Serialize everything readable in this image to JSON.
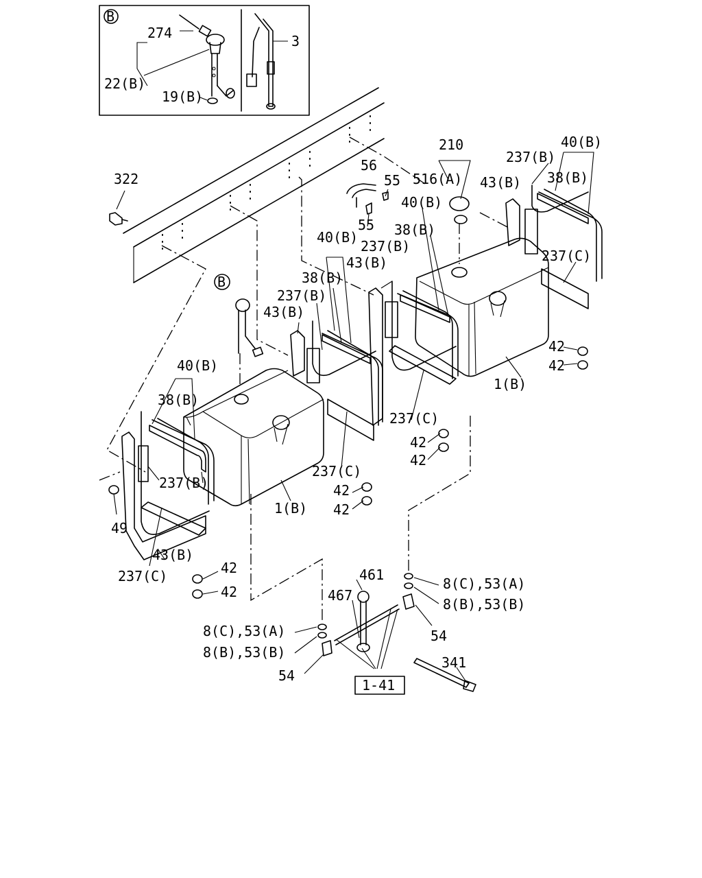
{
  "callouts": {
    "detail_marker": "B",
    "p274": "274",
    "p3": "3",
    "p22b": "22(B)",
    "p19b": "19(B)",
    "p322": "322",
    "p210": "210",
    "p56": "56",
    "p55a": "55",
    "p55b": "55",
    "p516a": "516(A)",
    "p40b_r": "40(B)",
    "p237b_r": "237(B)",
    "p43b_r": "43(B)",
    "p38b_r": "38(B)",
    "p40b_m": "40(B)",
    "p38b_m": "38(B)",
    "p237b_m": "237(B)",
    "p43b_m": "43(B)",
    "p237c_r": "237(C)",
    "p38b_m2": "38(B)",
    "p237b_m2": "237(B)",
    "p43b_m2": "43(B)",
    "marker_b": "B",
    "p42_r1": "42",
    "p42_r2": "42",
    "p1b_r": "1(B)",
    "p40b_l": "40(B)",
    "p38b_l": "38(B)",
    "p237c_m": "237(C)",
    "p42_m1": "42",
    "p42_m2": "42",
    "p237b_l": "237(B)",
    "p237c_m2": "237(C)",
    "p42_m3": "42",
    "p42_m4": "42",
    "p1b_l": "1(B)",
    "p49": "49",
    "p43b_l": "43(B)",
    "p237c_l": "237(C)",
    "p42_l1": "42",
    "p42_l2": "42",
    "p461": "461",
    "p467": "467",
    "p8c53a_r": "8(C),53(A)",
    "p8b53b_r": "8(B),53(B)",
    "p54_r": "54",
    "p8c53a_l": "8(C),53(A)",
    "p8b53b_l": "8(B),53(B)",
    "p54_l": "54",
    "p341": "341",
    "ref_box": "1-41"
  }
}
